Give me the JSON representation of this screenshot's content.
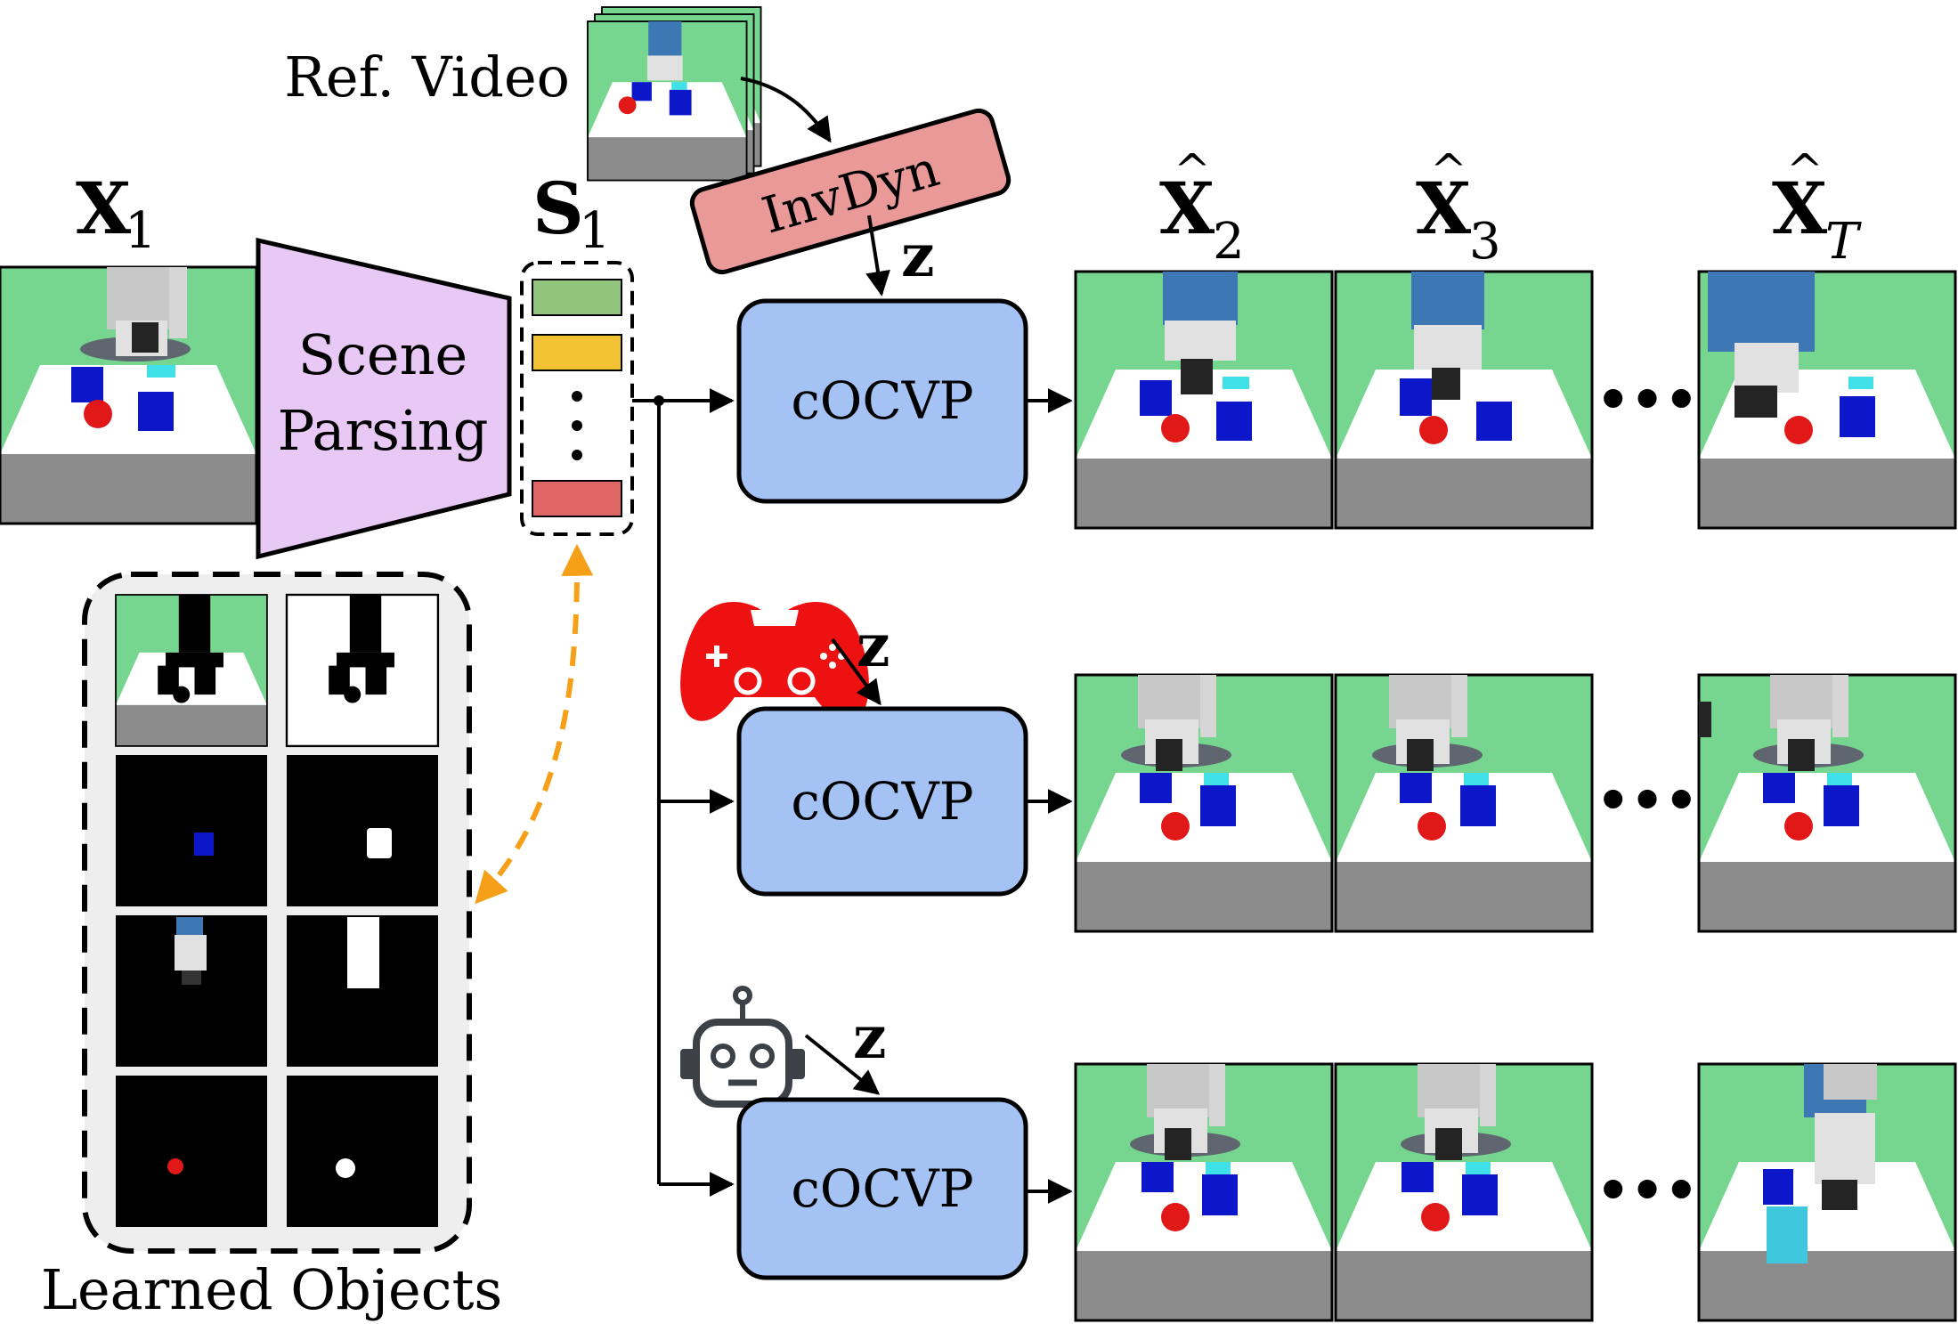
{
  "ref_video": {
    "label": "Ref. Video"
  },
  "invdyn": {
    "label": "InvDyn"
  },
  "input_frame": {
    "label": "X",
    "subscript": "1"
  },
  "scene_parsing": {
    "line1": "Scene",
    "line2": "Parsing"
  },
  "slots": {
    "label": "S",
    "subscript": "1",
    "colors": [
      "#93c47d",
      "#f1c232",
      "#e06666"
    ]
  },
  "learned_objects": {
    "label": "Learned Objects"
  },
  "latent_action": {
    "label": "z"
  },
  "predictor": {
    "label": "cOCVP"
  },
  "predictions": {
    "headers": [
      {
        "base": "X",
        "hat": "^",
        "subscript": "2"
      },
      {
        "base": "X",
        "hat": "^",
        "subscript": "3"
      },
      {
        "base": "X",
        "hat": "^",
        "subscript": "T"
      }
    ],
    "ellipsis": "•••"
  },
  "rows": [
    {
      "source": "ref-video",
      "icon": ""
    },
    {
      "source": "user",
      "icon": "gamepad-icon"
    },
    {
      "source": "agent",
      "icon": "robot-icon"
    }
  ],
  "colors": {
    "scene_bg": "#76d68f",
    "table": "#ffffff",
    "floor": "#8c8c8c",
    "encoder": "#e8c8f5",
    "predictor": "#a4c2f4",
    "invdyn": "#ea9999",
    "dashed_arrow": "#f6a01a",
    "gamepad": "#ee1111",
    "robot": "#3c4047"
  }
}
